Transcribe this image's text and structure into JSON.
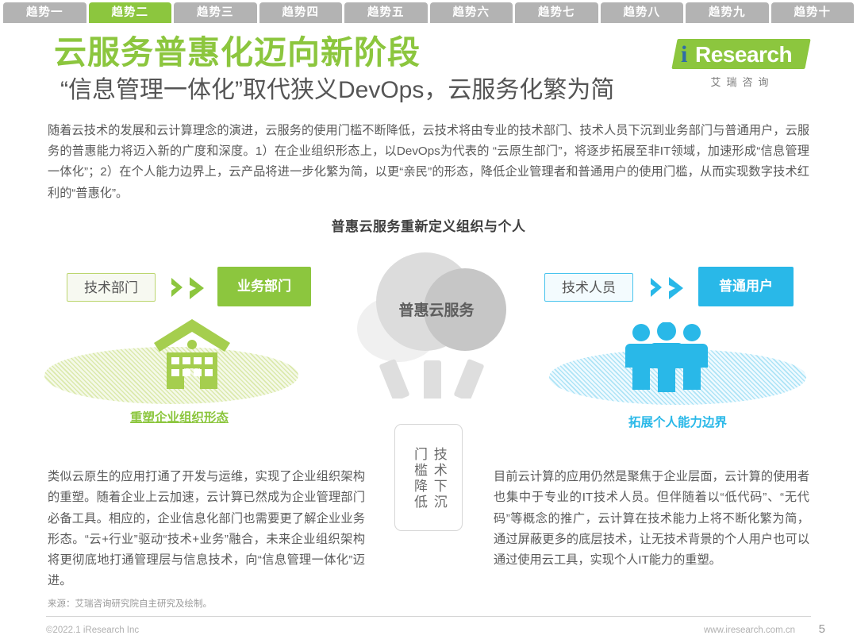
{
  "tabs": [
    {
      "label": "趋势一",
      "active": false
    },
    {
      "label": "趋势二",
      "active": true
    },
    {
      "label": "趋势三",
      "active": false
    },
    {
      "label": "趋势四",
      "active": false
    },
    {
      "label": "趋势五",
      "active": false
    },
    {
      "label": "趋势六",
      "active": false
    },
    {
      "label": "趋势七",
      "active": false
    },
    {
      "label": "趋势八",
      "active": false
    },
    {
      "label": "趋势九",
      "active": false
    },
    {
      "label": "趋势十",
      "active": false
    }
  ],
  "header": {
    "title": "云服务普惠化迈向新阶段",
    "subtitle": "“信息管理一体化”取代狭义DevOps，云服务化繁为简"
  },
  "logo": {
    "i": "i",
    "word": "Research",
    "chinese": "艾瑞咨询"
  },
  "lead": "随着云技术的发展和云计算理念的演进，云服务的使用门槛不断降低，云技术将由专业的技术部门、技术人员下沉到业务部门与普通用户，云服务的普惠能力将迈入新的广度和深度。1）在企业组织形态上，以DevOps为代表的 “云原生部门”，将逐步拓展至非IT领域，加速形成“信息管理一体化”；2）在个人能力边界上，云产品将进一步化繁为简，以更“亲民”的形态，降低企业管理者和普通用户的使用门槛，从而实现数字技术红利的“普惠化”。",
  "figure": {
    "title": "普惠云服务重新定义组织与个人",
    "left_from": "技术部门",
    "left_to": "业务部门",
    "right_from": "技术人员",
    "right_to": "普通用户",
    "cloud_label": "普惠云服务",
    "left_caption": "重塑企业组织形态",
    "right_caption": "拓展个人能力边界",
    "center_text_right": "技术下沉",
    "center_text_left": "门槛降低"
  },
  "columns": {
    "left": "类似云原生的应用打通了开发与运维，实现了企业组织架构的重塑。随着企业上云加速，云计算已然成为企业管理部门必备工具。相应的，企业信息化部门也需要更了解企业业务形态。“云+行业”驱动“技术+业务”融合，未来企业组织架构将更彻底地打通管理层与信息技术，向“信息管理一体化”迈进。",
    "right": "目前云计算的应用仍然是聚焦于企业层面，云计算的使用者也集中于专业的IT技术人员。但伴随着以“低代码”、“无代码”等概念的推广，云计算在技术能力上将不断化繁为简，通过屏蔽更多的底层技术，让无技术背景的个人用户也可以通过使用云工具，实现个人IT能力的重塑。"
  },
  "source": "来源：艾瑞咨询研究院自主研究及绘制。",
  "footer": {
    "copyright": "©2022.1 iResearch Inc",
    "website": "www.iresearch.com.cn",
    "page": "5"
  },
  "colors": {
    "green": "#8cc63e",
    "blue": "#29b8e8",
    "tab_inactive": "#b3b3b3",
    "text": "#5a5a5a"
  }
}
